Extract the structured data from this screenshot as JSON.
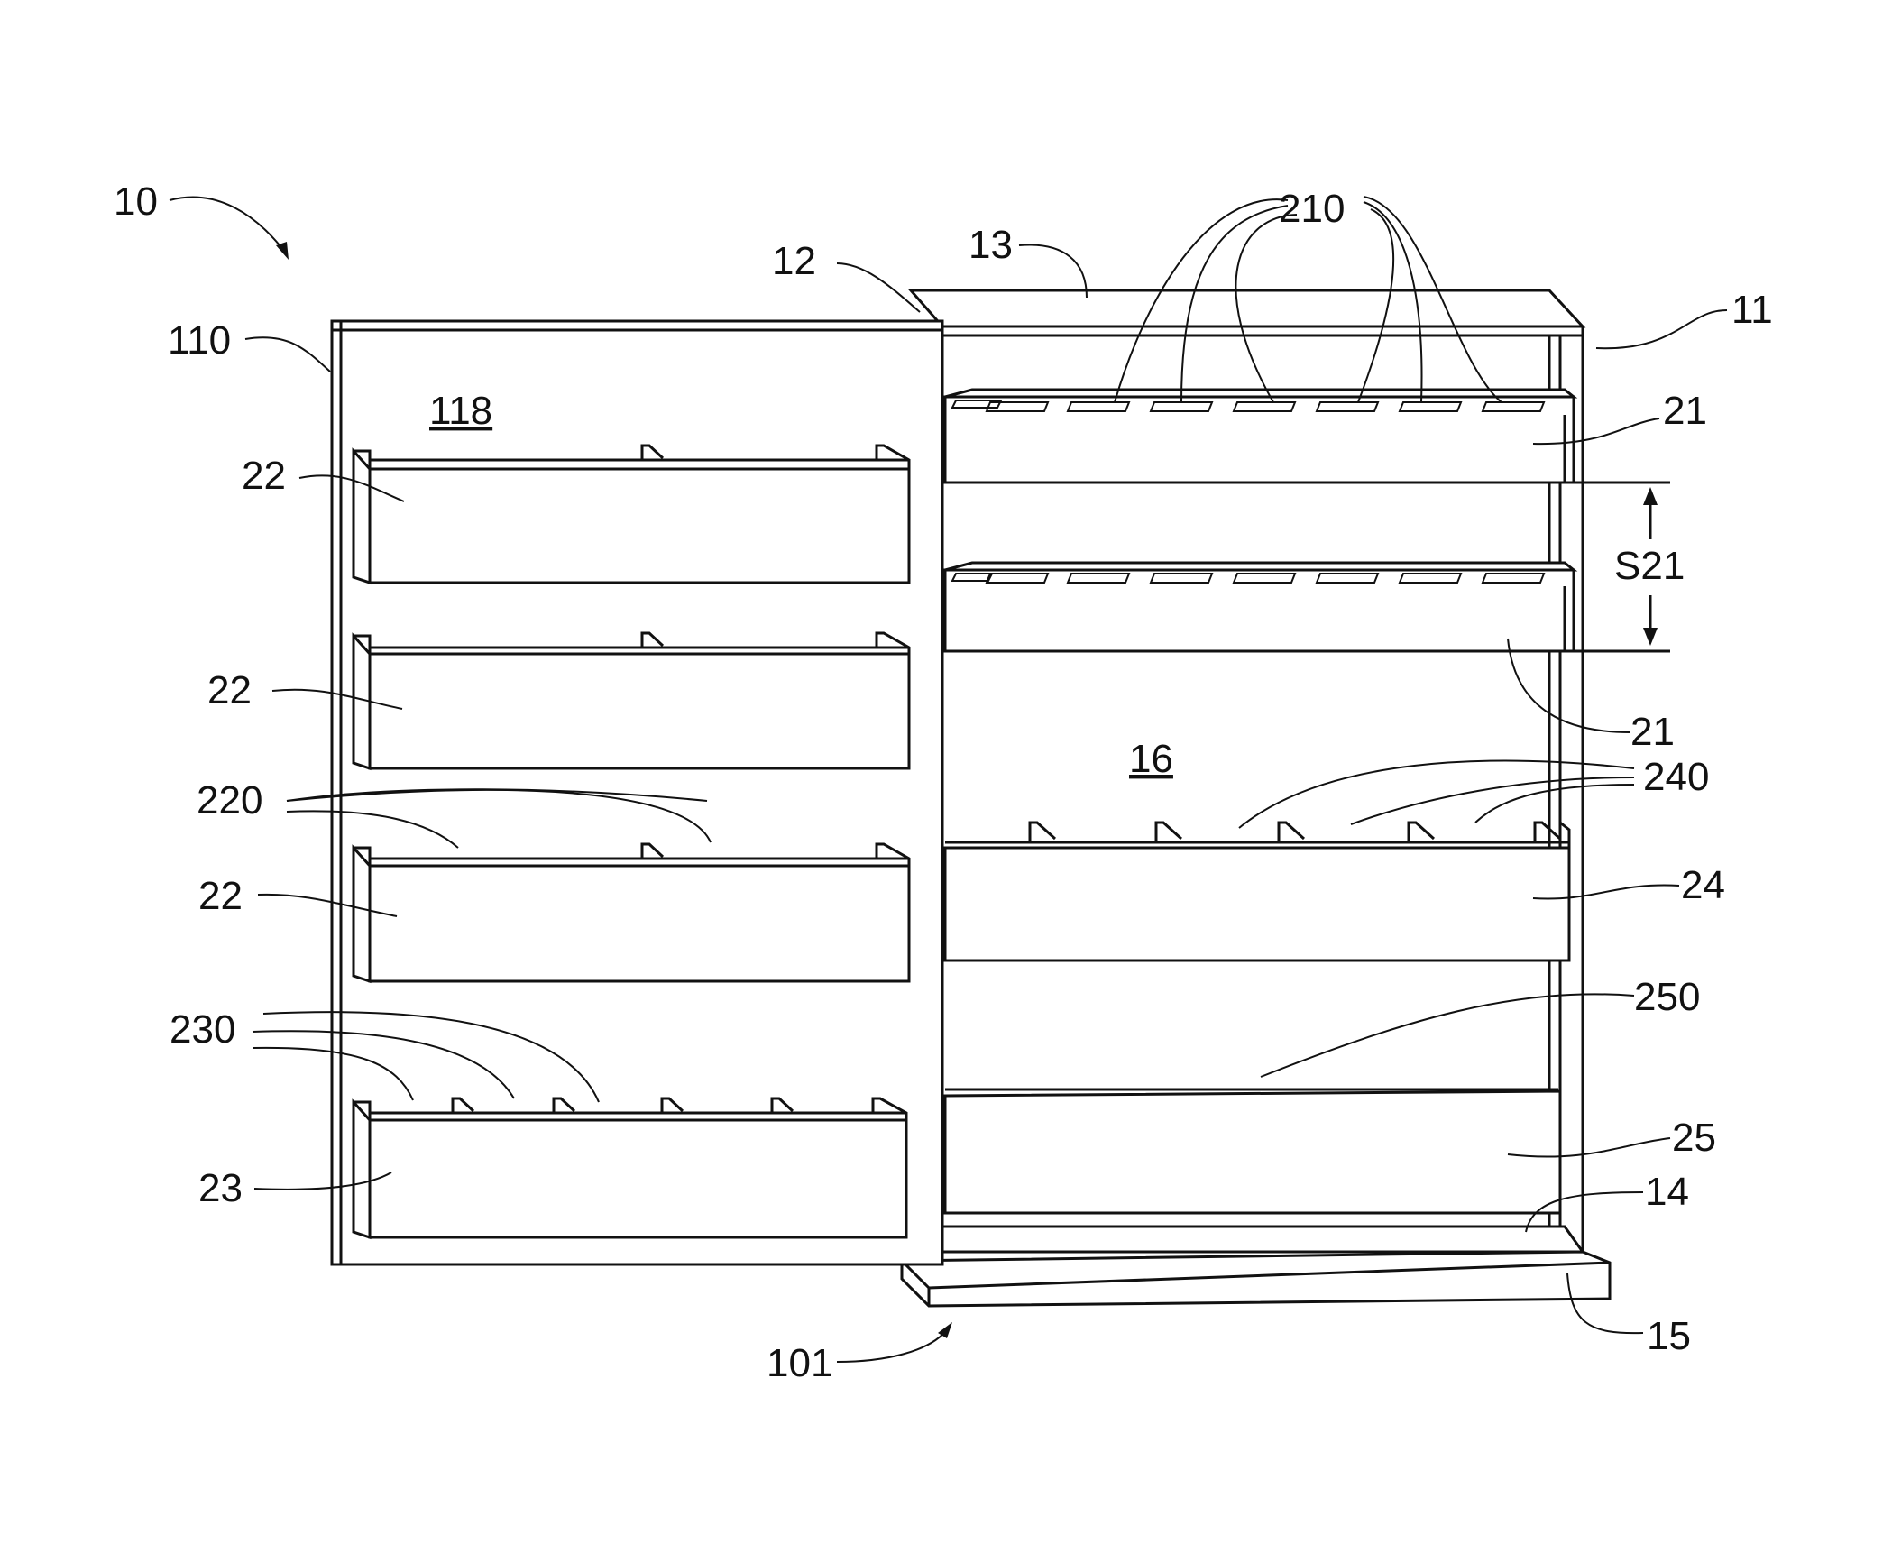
{
  "figure": {
    "labels": {
      "device": "10",
      "door": "110",
      "door_inner_face": "118",
      "hinge": "12",
      "top": "13",
      "cabinet": "11",
      "vents": "210",
      "shelf": "21",
      "spacing": "S21",
      "interior": "16",
      "shelf_tabs": "240",
      "door_bin_upper": "22",
      "door_bin_middle": "22",
      "door_bin_lower": "22",
      "door_bin_tabs": "220",
      "door_tray_tabs": "230",
      "door_tray": "23",
      "drawer_shelf": "24",
      "drawer_area": "250",
      "drawer": "25",
      "floor": "14",
      "base": "15",
      "opening": "101"
    }
  }
}
